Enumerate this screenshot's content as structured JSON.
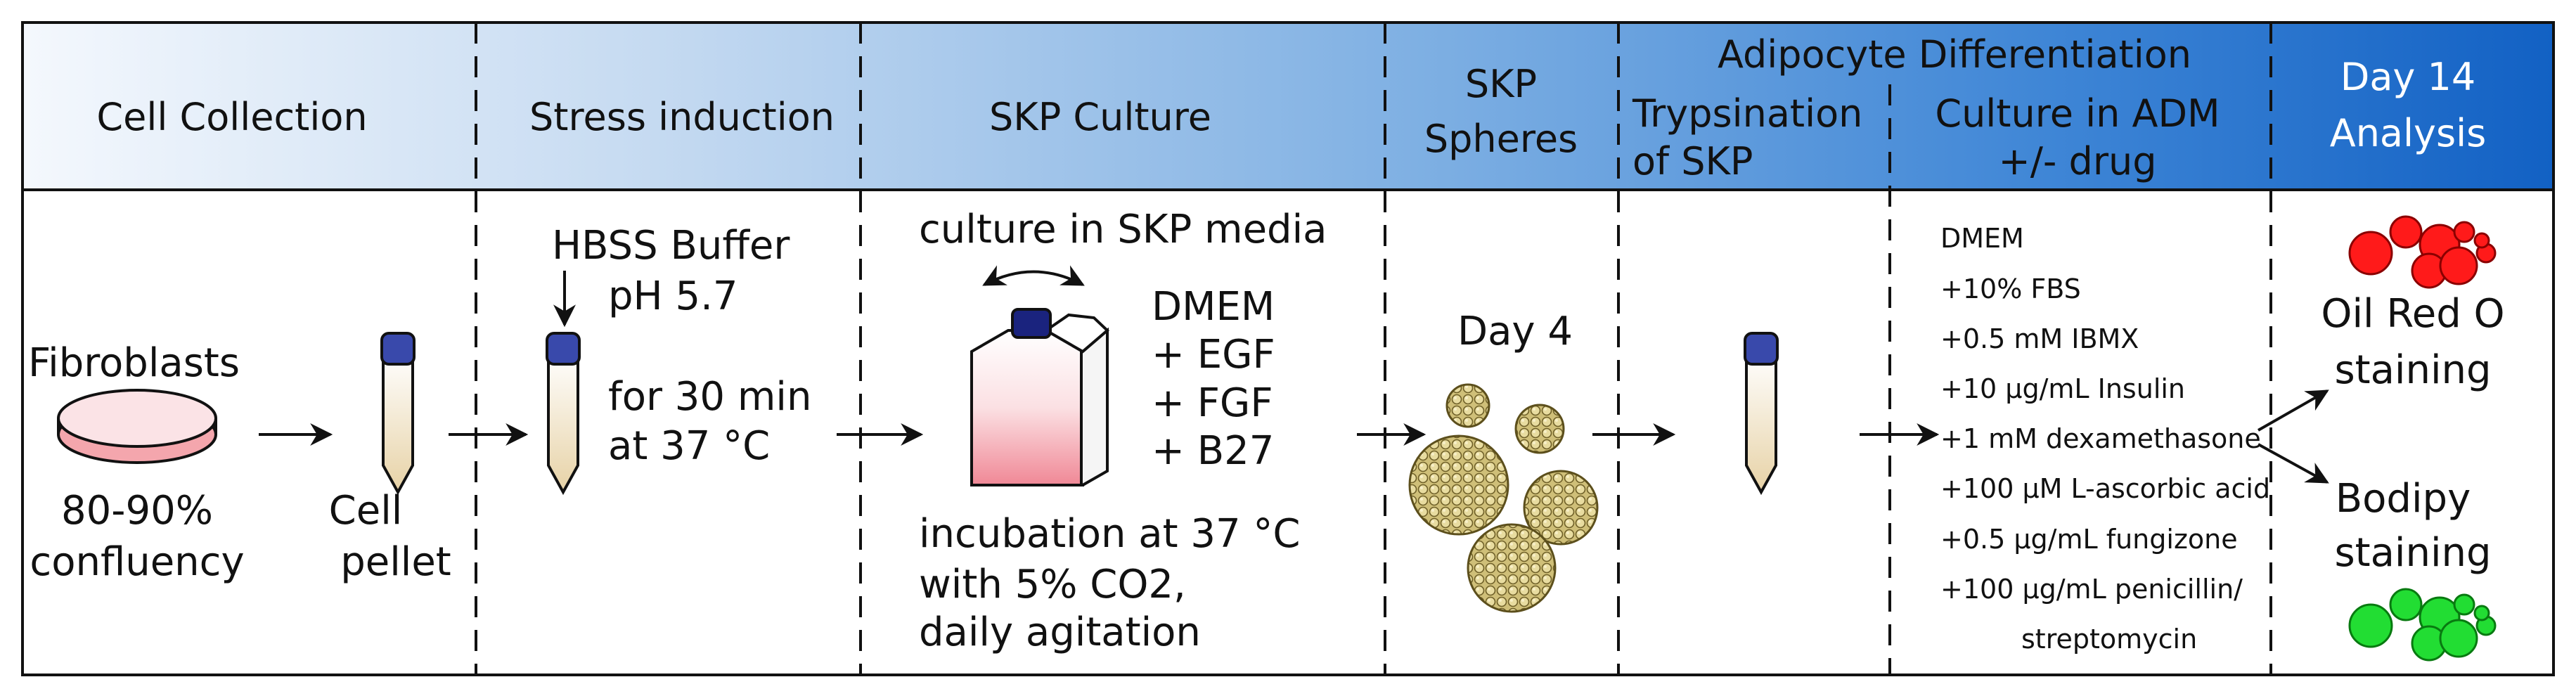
{
  "header": {
    "cell_collection": "Cell Collection",
    "stress_induction": "Stress induction",
    "skp_culture": "SKP Culture",
    "skp_spheres": [
      "SKP",
      "Spheres"
    ],
    "adipocyte_differentiation": "Adipocyte Differentiation",
    "trypsination": [
      "Trypsination",
      "of SKP"
    ],
    "culture_adm": [
      "Culture in ADM",
      "+/- drug"
    ],
    "day14": [
      "Day 14",
      "Analysis"
    ]
  },
  "cell_collection": {
    "fibroblasts": "Fibroblasts",
    "confluency": [
      "80-90%",
      "confluency"
    ],
    "pellet": [
      "Cell",
      "pellet"
    ]
  },
  "stress": {
    "buffer": [
      "HBSS Buffer",
      "pH 5.7"
    ],
    "time": [
      "for 30 min",
      "at 37 °C"
    ]
  },
  "skp_culture": {
    "media": "culture in SKP media",
    "components": [
      "DMEM",
      "+ EGF",
      "+ FGF",
      "+ B27"
    ],
    "incubation": [
      "incubation at 37 °C",
      "with 5% CO2,",
      "daily agitation"
    ]
  },
  "spheres": {
    "day": "Day 4"
  },
  "adm_components": [
    "DMEM",
    "+10% FBS",
    "+0.5 mM IBMX",
    "+10 µg/mL Insulin",
    "+1 mM dexamethasone",
    "+100 µM L-ascorbic acid",
    "+0.5 µg/mL fungizone",
    "+100 µg/mL penicillin/",
    "streptomycin"
  ],
  "analysis": {
    "oil_red": [
      "Oil Red O",
      "staining"
    ],
    "bodipy": [
      "Bodipy",
      "staining"
    ]
  },
  "colors": {
    "header_start": "#eef4fb",
    "header_end": "#1565c0",
    "oil_red": "#ff1a1a",
    "bodipy": "#22dd33",
    "cap": "#1a237e",
    "sphere": "#c9b86a"
  }
}
